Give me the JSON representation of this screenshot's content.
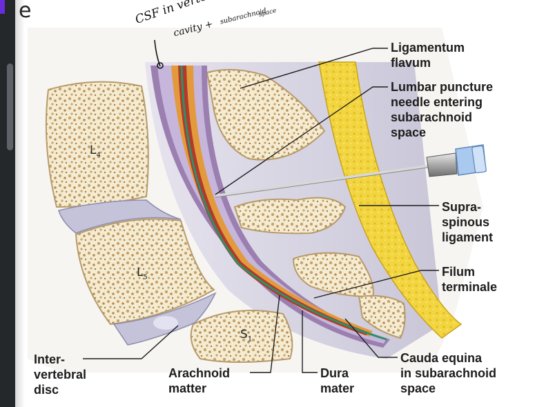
{
  "handwriting": {
    "line1": "CSF in vertebral",
    "line2": "cavity +",
    "line3": "subarachnoid",
    "line4": "space"
  },
  "stray_letter": "e",
  "vertebrae": {
    "l4": "L",
    "l4_sub": "4",
    "l5": "L",
    "l5_sub": "5",
    "s1": "S",
    "s1_sub": "1"
  },
  "labels": {
    "ligamentum_flavum": "Ligamentum\nflavum",
    "lumbar_puncture": "Lumbar puncture\nneedle entering\nsubarachnoid\nspace",
    "supraspinous": "Supra-\nspinous\nligament",
    "filum_terminale": "Filum\nterminale",
    "cauda_equina": "Cauda equina\nin subarachnoid\nspace",
    "intervertebral_disc": "Inter-\nvertebral\ndisc",
    "arachnoid_matter": "Arachnoid\nmatter",
    "dura_mater": "Dura\nmater"
  },
  "colors": {
    "bone_fill": "#f4ecd2",
    "spongy_bone": "#c9a26a",
    "ligament_yellow": "#f0d23c",
    "dura": "#9b7fb0",
    "csf": "#c7b6dc",
    "cord_orange": "#e39a3c",
    "cord_red": "#b13a2a",
    "filum_green": "#2f8f6a",
    "needle_blue": "#a9c9ee"
  }
}
